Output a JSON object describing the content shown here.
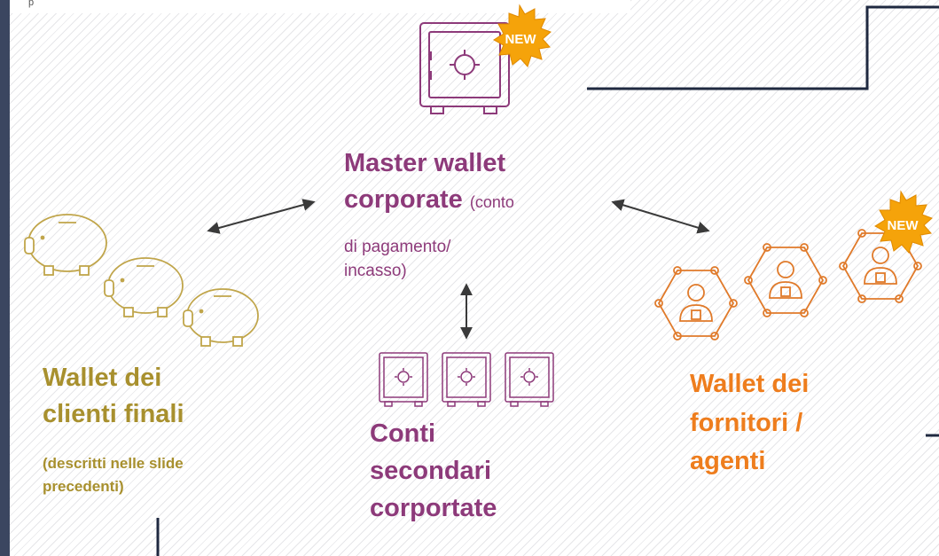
{
  "header_text": "p",
  "badges": {
    "new_label": "NEW"
  },
  "master": {
    "title_line1": "Master wallet",
    "title_line2": "corporate",
    "paren_1": "(conto",
    "paren_2": "di pagamento/",
    "paren_3": "incasso)"
  },
  "clients": {
    "line1": "Wallet dei",
    "line2": "clienti finali",
    "note1": "(descritti nelle slide",
    "note2": "precedenti)"
  },
  "secondary": {
    "line1": "Conti",
    "line2": "secondari",
    "line3": "corportate"
  },
  "suppliers": {
    "line1": "Wallet dei",
    "line2": "fornitori /",
    "line3": "agenti"
  },
  "colors": {
    "purple": "#8d3a7a",
    "olive": "#a8902e",
    "orange": "#ee7d1d",
    "navy": "#1f2940",
    "badge": "#f5a30a"
  },
  "icons": [
    "safe-icon",
    "piggy-bank-icon",
    "person-hexagon-icon",
    "new-badge-icon",
    "double-arrow-icon"
  ]
}
